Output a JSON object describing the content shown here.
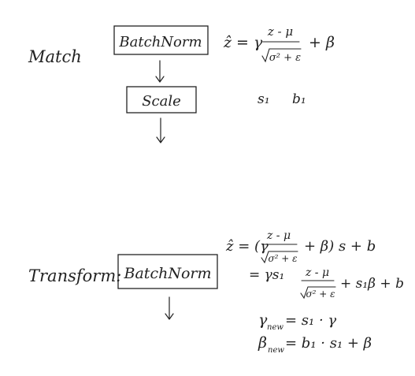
{
  "match": {
    "label": "Match",
    "box_top": "BatchNorm",
    "box_bottom": "Scale",
    "formula": {
      "lhs": "ẑ = γ",
      "numerator": "z - μ",
      "denominator": "σ² + ε",
      "rest": "+ β"
    },
    "params": [
      "s₁",
      "b₁"
    ]
  },
  "transform": {
    "label": "Transform:",
    "box": "BatchNorm",
    "line1": {
      "lhs": "ẑ = (γ",
      "numerator": "z - μ",
      "denominator": "σ² + ε",
      "rest": "+ β) s + b"
    },
    "line2": {
      "lhs": "=  γs₁",
      "numerator": "z - μ",
      "denominator": "σ² + ε",
      "rest": "+ s₁β + b"
    },
    "gamma_new": {
      "lhs": "γ",
      "sub": "new",
      "rhs": "= s₁ · γ"
    },
    "beta_new": {
      "lhs": "β",
      "sub": "new",
      "rhs": "= b₁ · s₁ + β"
    }
  }
}
